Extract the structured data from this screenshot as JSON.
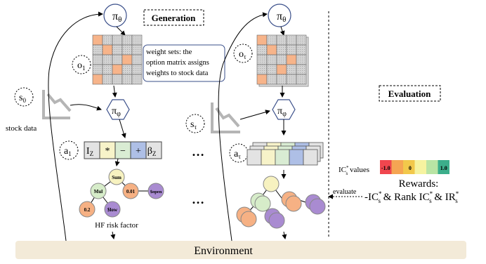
{
  "labels": {
    "generation": "Generation",
    "evaluation": "Evaluation",
    "pi_theta": "π",
    "pi_theta_sub": "θ",
    "pi_phi": "π",
    "pi_phi_sub": "φ",
    "o1": "o",
    "o1_sub": "1",
    "otau": "o",
    "otau_sub": "τ",
    "s0": "s",
    "s0_sub": "0",
    "stau": "s",
    "stau_sub": "τ",
    "a1": "a",
    "a1_sub": "1",
    "atau": "a",
    "atau_sub": "τ",
    "stock_data": "stock data",
    "weight_note_line1": "weight sets: the",
    "weight_note_line2": "option matrix assigns",
    "weight_note_line3": "weights to stock data",
    "ellipsis": "…",
    "hf_risk_factor": "HF risk factor",
    "environment": "Environment",
    "evaluate": "evaluate",
    "ic_values": "IC",
    "ic_values_suffix": " values",
    "rewards": "Rewards:",
    "rewards_line": "-IC  & Rank IC  & IR"
  },
  "action_tokens": [
    "I",
    "*",
    "−",
    "+",
    "β"
  ],
  "action_token_subs": [
    "Z",
    "",
    "",
    "",
    "Z"
  ],
  "tree_nodes": {
    "sum": "Sum",
    "mul": "Mul",
    "c001": "0.01",
    "sopen": "$open",
    "c02": "0.2",
    "slow": "$low"
  },
  "colorbar": {
    "labels": [
      "-1.0",
      "0",
      "1.0"
    ],
    "colors": [
      "#f0464e",
      "#f5a553",
      "#f2c84b",
      "#f6f3a0",
      "#b9e4a4",
      "#3cae8b"
    ]
  },
  "colors": {
    "matrix_orange": "#f7b48a",
    "matrix_gray": "#cfcfcf",
    "environment_bar": "#f3ead8",
    "token_blue": "#aebfe6",
    "token_gray": "#e3e3e3",
    "token_yellow": "#f7f3c9",
    "token_green": "#d9ecd3",
    "node_yellow": "#f7f2c0",
    "node_green": "#d6ecc9",
    "node_orange": "#f6b184",
    "node_purple": "#a98bd1"
  }
}
